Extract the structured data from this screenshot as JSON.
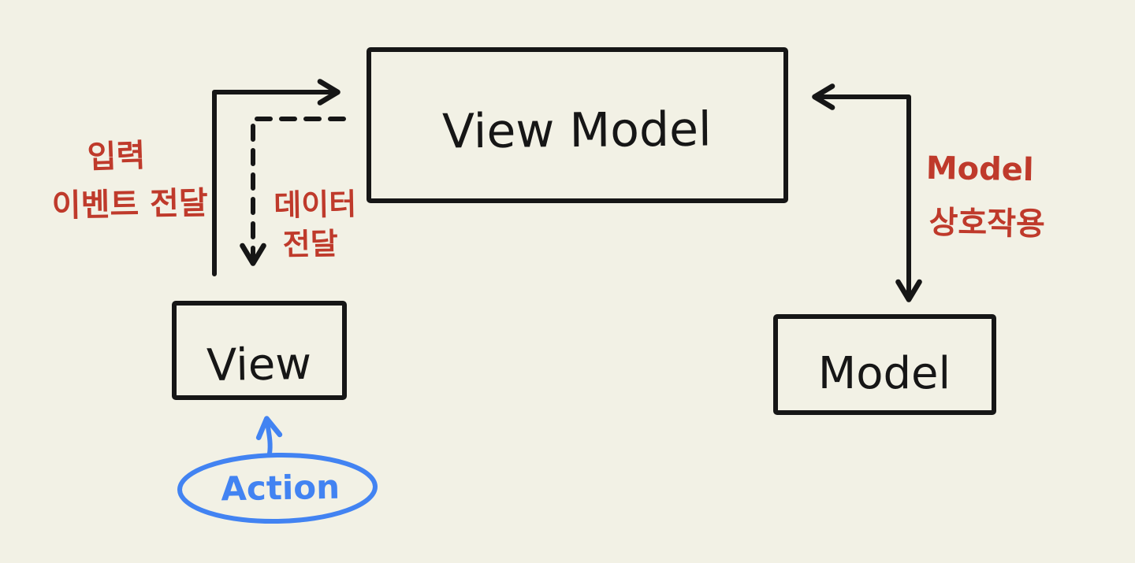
{
  "title": "Hand-drawn MVVM architecture diagram",
  "colors": {
    "background": "#f2f1e5",
    "ink": "#161616",
    "label_red": "#bf3a2b",
    "accent_blue": "#4283f2"
  },
  "nodes": {
    "view_model": {
      "label": "View Model"
    },
    "view": {
      "label": "View"
    },
    "model": {
      "label": "Model"
    },
    "action": {
      "label": "Action"
    }
  },
  "edges": {
    "input_event": {
      "from": "View",
      "to": "View Model",
      "style": "solid-arrow",
      "label_line1": "입력",
      "label_line2": "이벤트 전달"
    },
    "data_delivery": {
      "from": "View Model",
      "to": "View",
      "style": "dashed-arrow",
      "label_line1": "데이터",
      "label_line2": "전달"
    },
    "model_interaction": {
      "from": "View Model",
      "to": "Model",
      "style": "double-headed-arrow",
      "label_line1": "Model",
      "label_line2": "상호작용"
    },
    "action_to_view": {
      "from": "Action",
      "to": "View",
      "style": "blue-solid-arrow"
    }
  }
}
